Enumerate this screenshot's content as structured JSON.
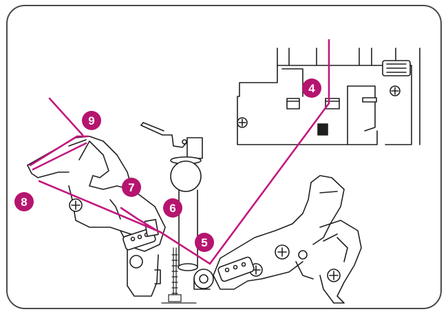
{
  "diagram": {
    "colors": {
      "frame": "#4a4a4a",
      "line_art": "#1f1f1f",
      "thread": "#c2187e",
      "badge": "#b5156f",
      "badge_text": "#ffffff",
      "background": "#ffffff"
    },
    "steps": [
      {
        "id": "step-4",
        "label": "4"
      },
      {
        "id": "step-5",
        "label": "5"
      },
      {
        "id": "step-6",
        "label": "6"
      },
      {
        "id": "step-7",
        "label": "7"
      },
      {
        "id": "step-8",
        "label": "8"
      },
      {
        "id": "step-9",
        "label": "9"
      }
    ]
  }
}
